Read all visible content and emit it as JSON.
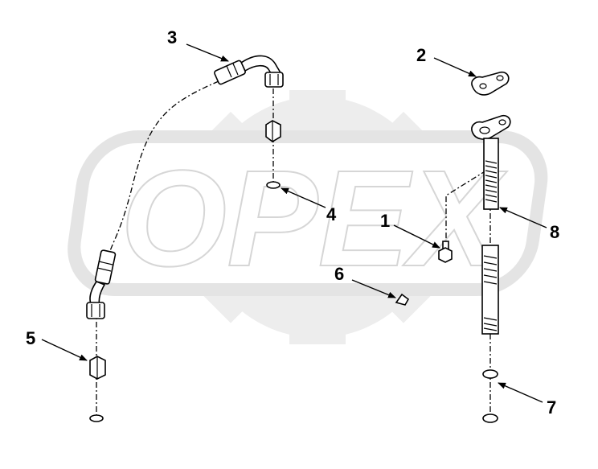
{
  "diagram": {
    "watermark_text": "OPEX",
    "callouts": [
      {
        "id": "c1",
        "label": "1"
      },
      {
        "id": "c2",
        "label": "2"
      },
      {
        "id": "c3",
        "label": "3"
      },
      {
        "id": "c4",
        "label": "4"
      },
      {
        "id": "c5",
        "label": "5"
      },
      {
        "id": "c6",
        "label": "6"
      },
      {
        "id": "c7",
        "label": "7"
      },
      {
        "id": "c8",
        "label": "8"
      }
    ]
  }
}
